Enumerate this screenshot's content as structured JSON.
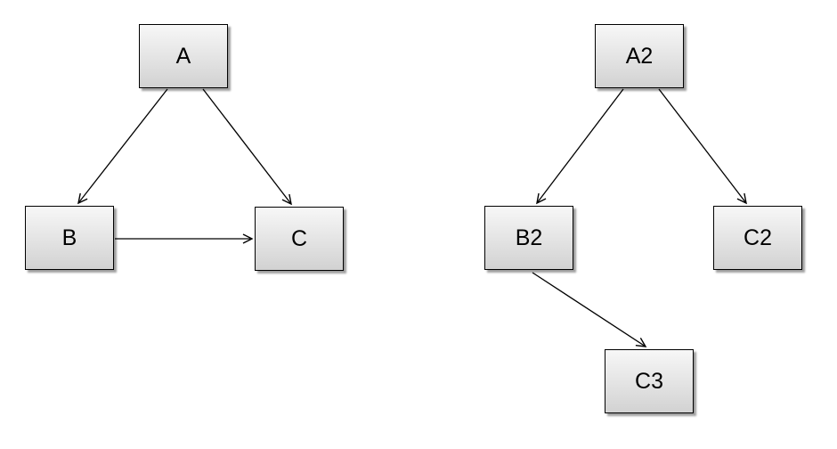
{
  "diagram": {
    "title": "",
    "type": "directed-graph",
    "colors": {
      "background": "#ffffff",
      "node_border": "#000000",
      "node_fill_top": "#f7f7f7",
      "node_fill_bottom": "#d2d2d2",
      "node_shadow": "#9a9a9a",
      "edge_stroke": "#000000",
      "text": "#000000"
    },
    "nodes": [
      {
        "id": "A",
        "label": "A"
      },
      {
        "id": "B",
        "label": "B"
      },
      {
        "id": "C",
        "label": "C"
      },
      {
        "id": "A2",
        "label": "A2"
      },
      {
        "id": "B2",
        "label": "B2"
      },
      {
        "id": "C2",
        "label": "C2"
      },
      {
        "id": "C3",
        "label": "C3"
      }
    ],
    "edges": [
      {
        "from": "A",
        "to": "B",
        "style": "arrow"
      },
      {
        "from": "A",
        "to": "C",
        "style": "arrow"
      },
      {
        "from": "B",
        "to": "C",
        "style": "arrow"
      },
      {
        "from": "A2",
        "to": "B2",
        "style": "arrow"
      },
      {
        "from": "A2",
        "to": "C2",
        "style": "arrow"
      },
      {
        "from": "B2",
        "to": "C3",
        "style": "arrow"
      }
    ]
  }
}
